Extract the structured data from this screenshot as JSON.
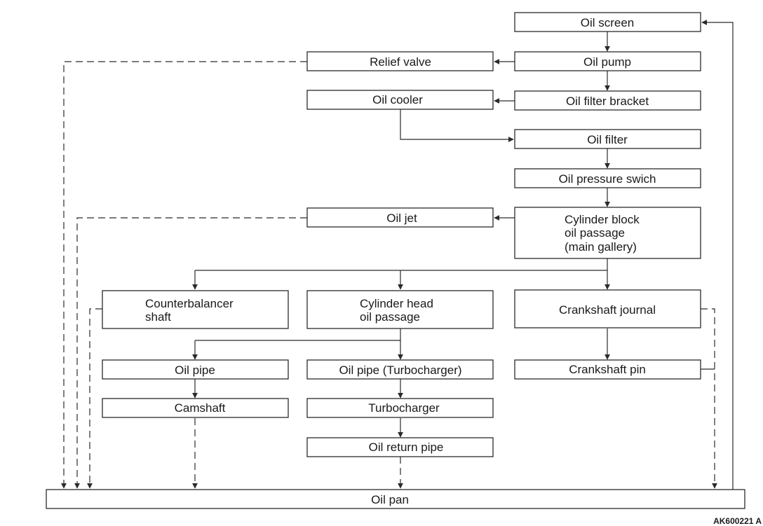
{
  "diagram": {
    "nodes": {
      "oil_screen": [
        "Oil screen"
      ],
      "oil_pump": [
        "Oil pump"
      ],
      "relief_valve": [
        "Relief valve"
      ],
      "oil_filter_bracket": [
        "Oil filter bracket"
      ],
      "oil_cooler": [
        "Oil cooler"
      ],
      "oil_filter": [
        "Oil filter"
      ],
      "oil_pressure_switch": [
        "Oil pressure swich"
      ],
      "cylinder_block_passage": [
        "Cylinder block",
        "oil passage",
        "(main gallery)"
      ],
      "oil_jet": [
        "Oil jet"
      ],
      "counterbalancer_shaft": [
        "Counterbalancer",
        "shaft"
      ],
      "cylinder_head_passage": [
        "Cylinder head",
        "oil passage"
      ],
      "crankshaft_journal": [
        "Crankshaft journal"
      ],
      "oil_pipe": [
        "Oil pipe"
      ],
      "oil_pipe_turbo": [
        "Oil pipe (Turbocharger)"
      ],
      "crankshaft_pin": [
        "Crankshaft pin"
      ],
      "camshaft": [
        "Camshaft"
      ],
      "turbocharger": [
        "Turbocharger"
      ],
      "oil_return_pipe": [
        "Oil return pipe"
      ],
      "oil_pan": [
        "Oil pan"
      ]
    },
    "edges": [
      {
        "from": "oil_screen",
        "to": "oil_pump",
        "style": "solid"
      },
      {
        "from": "oil_pump",
        "to": "relief_valve",
        "style": "solid"
      },
      {
        "from": "oil_pump",
        "to": "oil_filter_bracket",
        "style": "solid"
      },
      {
        "from": "oil_filter_bracket",
        "to": "oil_cooler",
        "style": "solid"
      },
      {
        "from": "oil_cooler",
        "to": "oil_filter",
        "style": "solid"
      },
      {
        "from": "oil_filter",
        "to": "oil_pressure_switch",
        "style": "solid"
      },
      {
        "from": "oil_pressure_switch",
        "to": "cylinder_block_passage",
        "style": "solid"
      },
      {
        "from": "cylinder_block_passage",
        "to": "oil_jet",
        "style": "solid"
      },
      {
        "from": "cylinder_block_passage",
        "to": "counterbalancer_shaft",
        "style": "solid"
      },
      {
        "from": "cylinder_block_passage",
        "to": "cylinder_head_passage",
        "style": "solid"
      },
      {
        "from": "cylinder_block_passage",
        "to": "crankshaft_journal",
        "style": "solid"
      },
      {
        "from": "cylinder_head_passage",
        "to": "oil_pipe",
        "style": "solid"
      },
      {
        "from": "cylinder_head_passage",
        "to": "oil_pipe_turbo",
        "style": "solid"
      },
      {
        "from": "oil_pipe",
        "to": "camshaft",
        "style": "solid"
      },
      {
        "from": "oil_pipe_turbo",
        "to": "turbocharger",
        "style": "solid"
      },
      {
        "from": "turbocharger",
        "to": "oil_return_pipe",
        "style": "solid"
      },
      {
        "from": "crankshaft_journal",
        "to": "crankshaft_pin",
        "style": "solid"
      },
      {
        "from": "relief_valve",
        "to": "oil_pan",
        "style": "dashed"
      },
      {
        "from": "oil_jet",
        "to": "oil_pan",
        "style": "dashed"
      },
      {
        "from": "counterbalancer_shaft",
        "to": "oil_pan",
        "style": "dashed"
      },
      {
        "from": "camshaft",
        "to": "oil_pan",
        "style": "dashed"
      },
      {
        "from": "oil_return_pipe",
        "to": "oil_pan",
        "style": "dashed"
      },
      {
        "from": "crankshaft_journal",
        "to": "oil_pan",
        "style": "dashed"
      },
      {
        "from": "crankshaft_pin",
        "to": "oil_pan",
        "style": "dashed"
      },
      {
        "from": "oil_pan",
        "to": "oil_screen",
        "style": "solid"
      }
    ],
    "figure_code": "AK600221 A"
  }
}
